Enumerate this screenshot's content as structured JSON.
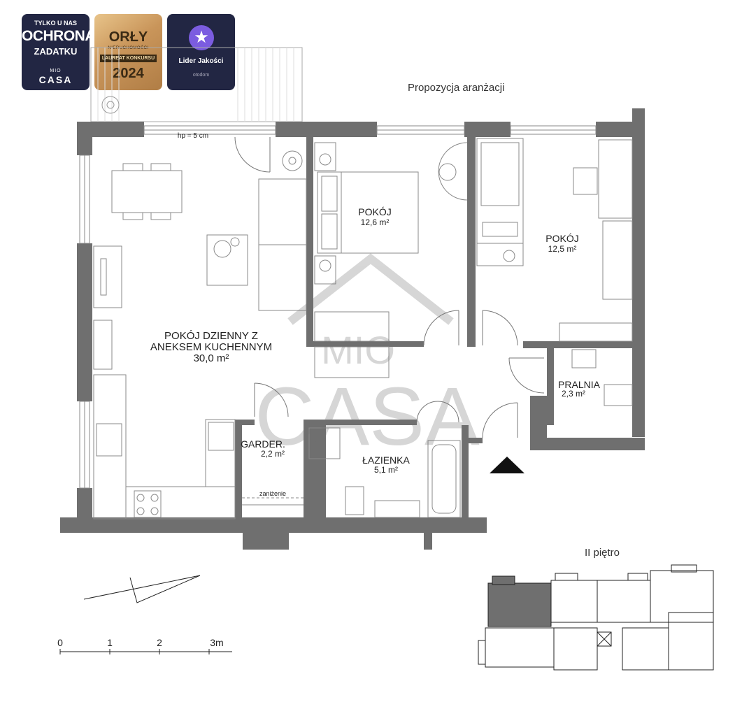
{
  "badges": {
    "ochrona": {
      "line1": "TYLKO U NAS",
      "line2": "OCHRONA",
      "line3": "ZADATKU",
      "brand_top": "MIO",
      "brand_bottom": "CASA"
    },
    "orly": {
      "line1": "ORŁY",
      "line2": "NIERUCHOMOŚCI",
      "line3": "LAUREAT KONKURSU",
      "year": "2024"
    },
    "lider": {
      "icon": "star-icon",
      "line1": "Lider Jakości",
      "line2": "otodom"
    }
  },
  "plan_title": "Propozycja aranżacji",
  "floor_label": "II piętro",
  "hp_note": "hp = 5 cm",
  "rooms": {
    "living": {
      "name_1": "POKÓJ DZIENNY Z",
      "name_2": "ANEKSEM KUCHENNYM",
      "area": "30,0 m²"
    },
    "room1": {
      "name": "POKÓJ",
      "area": "12,6 m²"
    },
    "room2": {
      "name": "POKÓJ",
      "area": "12,5 m²"
    },
    "laundry": {
      "name": "PRALNIA",
      "area": "2,3 m²"
    },
    "wardrobe": {
      "name": "GARDER.",
      "area": "2,2 m²",
      "note": "zaniżenie"
    },
    "bathroom": {
      "name": "ŁAZIENKA",
      "area": "5,1 m²"
    }
  },
  "watermark": {
    "line1": "MIO",
    "line2": "CASA"
  },
  "scale": {
    "ticks": [
      "0",
      "1",
      "2",
      "3m"
    ]
  },
  "colors": {
    "wall": "#6f6f6f",
    "furniture": "#8a8a8a",
    "badge_navy": "#222643",
    "badge_purple": "#7b5ce0"
  }
}
